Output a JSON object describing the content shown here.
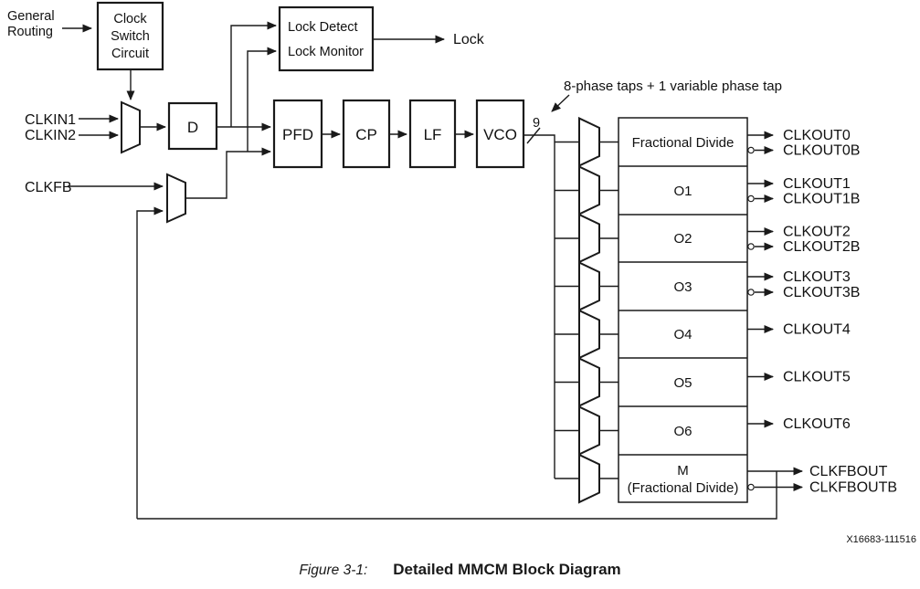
{
  "diagram": {
    "inputs": {
      "general_routing_line1": "General",
      "general_routing_line2": "Routing",
      "clkin1": "CLKIN1",
      "clkin2": "CLKIN2",
      "clkfb": "CLKFB"
    },
    "blocks": {
      "clock_switch_line1": "Clock",
      "clock_switch_line2": "Switch",
      "clock_switch_line3": "Circuit",
      "lock_detect": "Lock Detect",
      "lock_monitor": "Lock Monitor",
      "d": "D",
      "pfd": "PFD",
      "cp": "CP",
      "lf": "LF",
      "vco": "VCO"
    },
    "outputs": {
      "lock": "Lock"
    },
    "annotations": {
      "phase_taps": "8-phase taps + 1 variable phase tap",
      "bus_width": "9",
      "drawing_number": "X16683-111516"
    },
    "dividers": [
      {
        "label": "Fractional Divide",
        "out1": "CLKOUT0",
        "out2": "CLKOUT0B"
      },
      {
        "label": "O1",
        "out1": "CLKOUT1",
        "out2": "CLKOUT1B"
      },
      {
        "label": "O2",
        "out1": "CLKOUT2",
        "out2": "CLKOUT2B"
      },
      {
        "label": "O3",
        "out1": "CLKOUT3",
        "out2": "CLKOUT3B"
      },
      {
        "label": "O4",
        "out1": "CLKOUT4"
      },
      {
        "label": "O5",
        "out1": "CLKOUT5"
      },
      {
        "label": "O6",
        "out1": "CLKOUT6"
      },
      {
        "label": "M",
        "label2": "(Fractional Divide)",
        "out1": "CLKFBOUT",
        "out2": "CLKFBOUTB"
      }
    ]
  },
  "caption": {
    "figure_label": "Figure 3-1:",
    "figure_title": "Detailed MMCM Block Diagram"
  },
  "colors": {
    "line": "#1a1a1a",
    "text": "#111111",
    "background": "#ffffff"
  }
}
